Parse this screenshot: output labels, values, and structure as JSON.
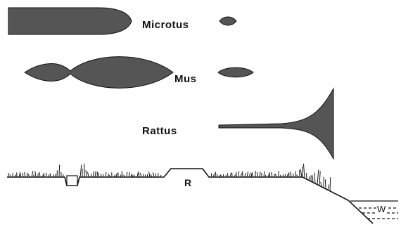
{
  "species": [
    {
      "key": "microtus",
      "label": "Microtus"
    },
    {
      "key": "mus",
      "label": "Mus"
    },
    {
      "key": "rattus",
      "label": "Rattus"
    }
  ],
  "landscape": {
    "road_label": "R",
    "water_label": "W"
  },
  "colors": {
    "shape_fill": "#555555",
    "ink": "#111111",
    "background": "#ffffff"
  }
}
